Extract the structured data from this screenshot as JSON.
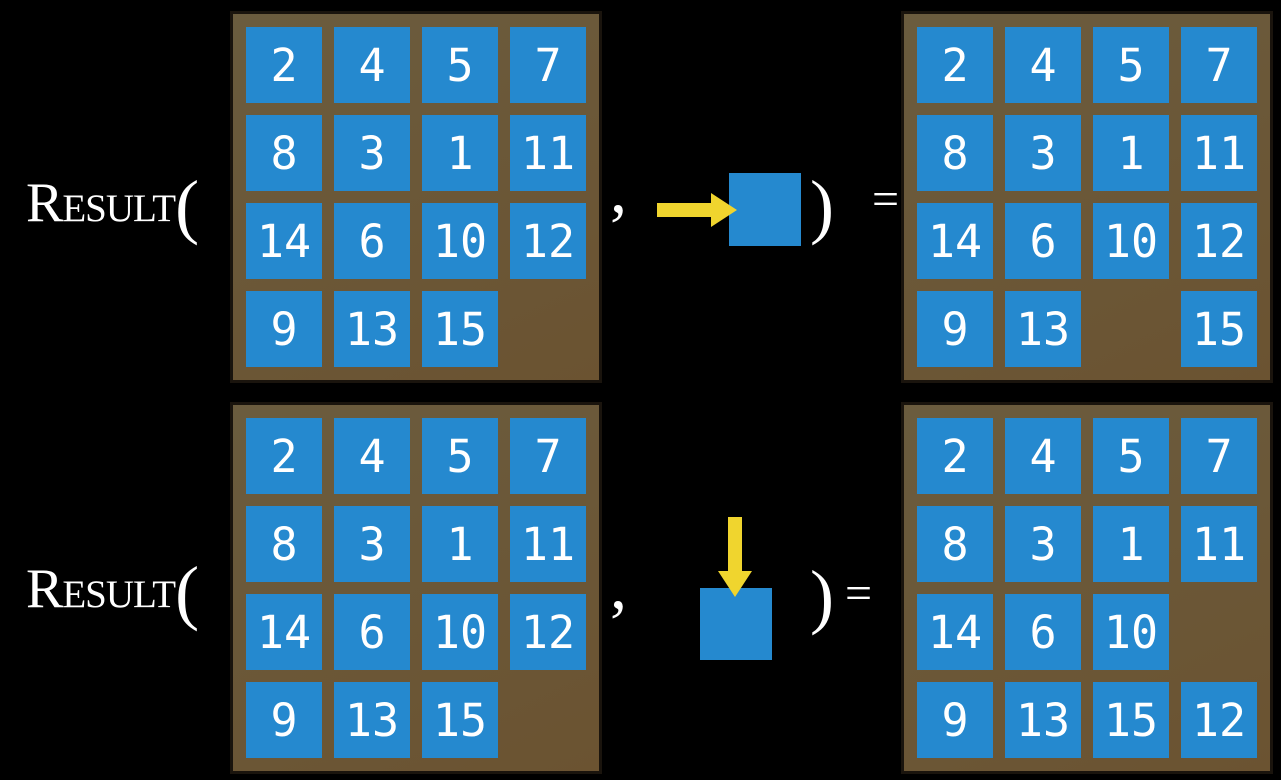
{
  "colors": {
    "page_background": "#000000",
    "board_frame_top": "#6b5c3e",
    "board_frame_bottom": "#6b5331",
    "board_border": "#1a140d",
    "tile_fill": "#2589cf",
    "tile_text": "#ffffff",
    "arrow_fill": "#f0d52e",
    "label_text": "#ffffff"
  },
  "figure": {
    "rows": [
      {
        "function_name": "Result",
        "open_paren": "(",
        "comma": ",",
        "action_icon": "arrow-right-icon",
        "close_paren": ")",
        "equals": "=",
        "input_board": [
          [
            "2",
            "4",
            "5",
            "7"
          ],
          [
            "8",
            "3",
            "1",
            "11"
          ],
          [
            "14",
            "6",
            "10",
            "12"
          ],
          [
            "9",
            "13",
            "15",
            ""
          ]
        ],
        "output_board": [
          [
            "2",
            "4",
            "5",
            "7"
          ],
          [
            "8",
            "3",
            "1",
            "11"
          ],
          [
            "14",
            "6",
            "10",
            "12"
          ],
          [
            "9",
            "13",
            "",
            "15"
          ]
        ]
      },
      {
        "function_name": "Result",
        "open_paren": "(",
        "comma": ",",
        "action_icon": "arrow-down-icon",
        "close_paren": ")",
        "equals": "=",
        "input_board": [
          [
            "2",
            "4",
            "5",
            "7"
          ],
          [
            "8",
            "3",
            "1",
            "11"
          ],
          [
            "14",
            "6",
            "10",
            "12"
          ],
          [
            "9",
            "13",
            "15",
            ""
          ]
        ],
        "output_board": [
          [
            "2",
            "4",
            "5",
            "7"
          ],
          [
            "8",
            "3",
            "1",
            "11"
          ],
          [
            "14",
            "6",
            "10",
            ""
          ],
          [
            "9",
            "13",
            "15",
            "12"
          ]
        ]
      }
    ]
  }
}
